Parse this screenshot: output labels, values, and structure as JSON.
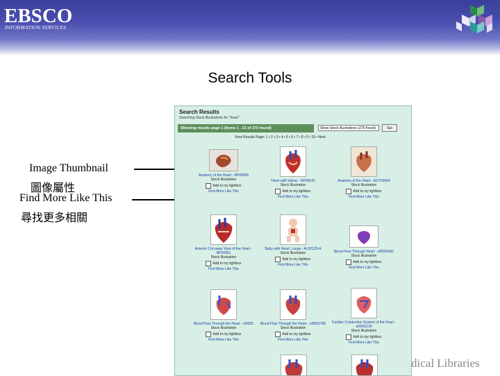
{
  "header": {
    "logo_text": "EBSCO",
    "logo_subtext": "INFORMATION SERVICES"
  },
  "slide_title": "Search Tools",
  "callouts": {
    "image_thumbnail": "Image Thumbnail",
    "image_thumbnail_zh": "圖像屬性",
    "find_more": "Find More Like This",
    "find_more_zh": "尋找更多相關"
  },
  "screenshot": {
    "heading": "Search Results",
    "subheading": "Searching Stock Illustrations for \"heart\"",
    "results_bar": "Showing results page 1 (Items 1 - 21 of 275 found)",
    "select_value": "Show Stock Illustrations (275 found)",
    "go_label": "Go",
    "pager": "View Results Page: 1 • 2 • 3 • 4 • 5 • 6 • 7 • 8 • 9 • 10 • Next",
    "checkbox_label": "Add to my lightbox",
    "find_more_link": "Find More Like This",
    "rows": [
      [
        {
          "title": "Anatomy of the Heart - BP00006",
          "type": "Stock Illustration"
        },
        {
          "title": "Heart with Valves - BP00041",
          "type": "Stock Illustration"
        },
        {
          "title": "Anatomy of the Heart - EDT00004",
          "type": "Stock Illustration"
        }
      ],
      [
        {
          "title": "Anterior Cut-away View of the Heart - BP00051",
          "type": "Stock Illustration"
        },
        {
          "title": "Baby with Heart, Lungs - AL00129-A",
          "type": "Stock Illustration"
        },
        {
          "title": "Blood Flow Through Heart - el5555365",
          "type": "Stock Illustration"
        }
      ],
      [
        {
          "title": "Blood Flow Through the Heart - el5555",
          "type": "Stock Illustration"
        },
        {
          "title": "Blood Flow Through the Heart - el5555785",
          "type": "Stock Illustration"
        },
        {
          "title": "Cardiac Conduction System of the Heart - el5555134",
          "type": "Stock Illustration"
        }
      ]
    ]
  },
  "footer_text": "dical Libraries",
  "colors": {
    "header_blue": "#3a3f9a",
    "panel_bg": "#d8efe6",
    "results_bar": "#5e8f5a",
    "link_blue": "#1a3ea0"
  }
}
